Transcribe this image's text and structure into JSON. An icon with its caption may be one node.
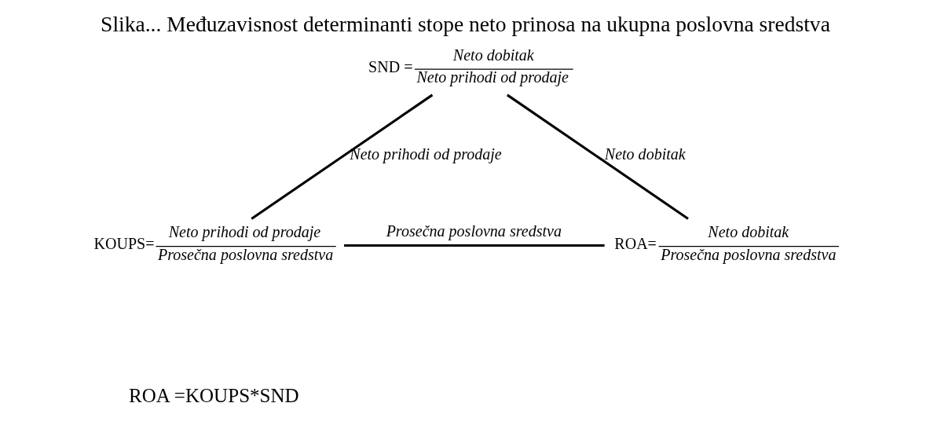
{
  "diagram": {
    "title": "Slika... Međuzavisnost determinanti stope neto prinosa na ukupna poslovna sredstva",
    "nodes": [
      {
        "text": [
          "SND =",
          "Neto dobitak",
          "Neto prihodi od prodaje"
        ]
      },
      {
        "text": [
          "KOUPS=",
          "Neto prihodi od prodaje",
          "Prosečna poslovna sredstva"
        ]
      },
      {
        "text": [
          "ROA=",
          "Neto dobitak",
          "Prosečna poslovna sredstva"
        ]
      }
    ],
    "edges": [
      {
        "from": 1,
        "to": 0,
        "arrow": "none",
        "label": "Neto prihodi od prodaje"
      },
      {
        "from": 0,
        "to": 2,
        "arrow": "none",
        "label": "Neto dobitak"
      },
      {
        "from": 1,
        "to": 2,
        "arrow": "none",
        "label": "Prosečna poslovna sredstva"
      }
    ],
    "labels": [
      "ROA =KOUPS*SND"
    ]
  }
}
